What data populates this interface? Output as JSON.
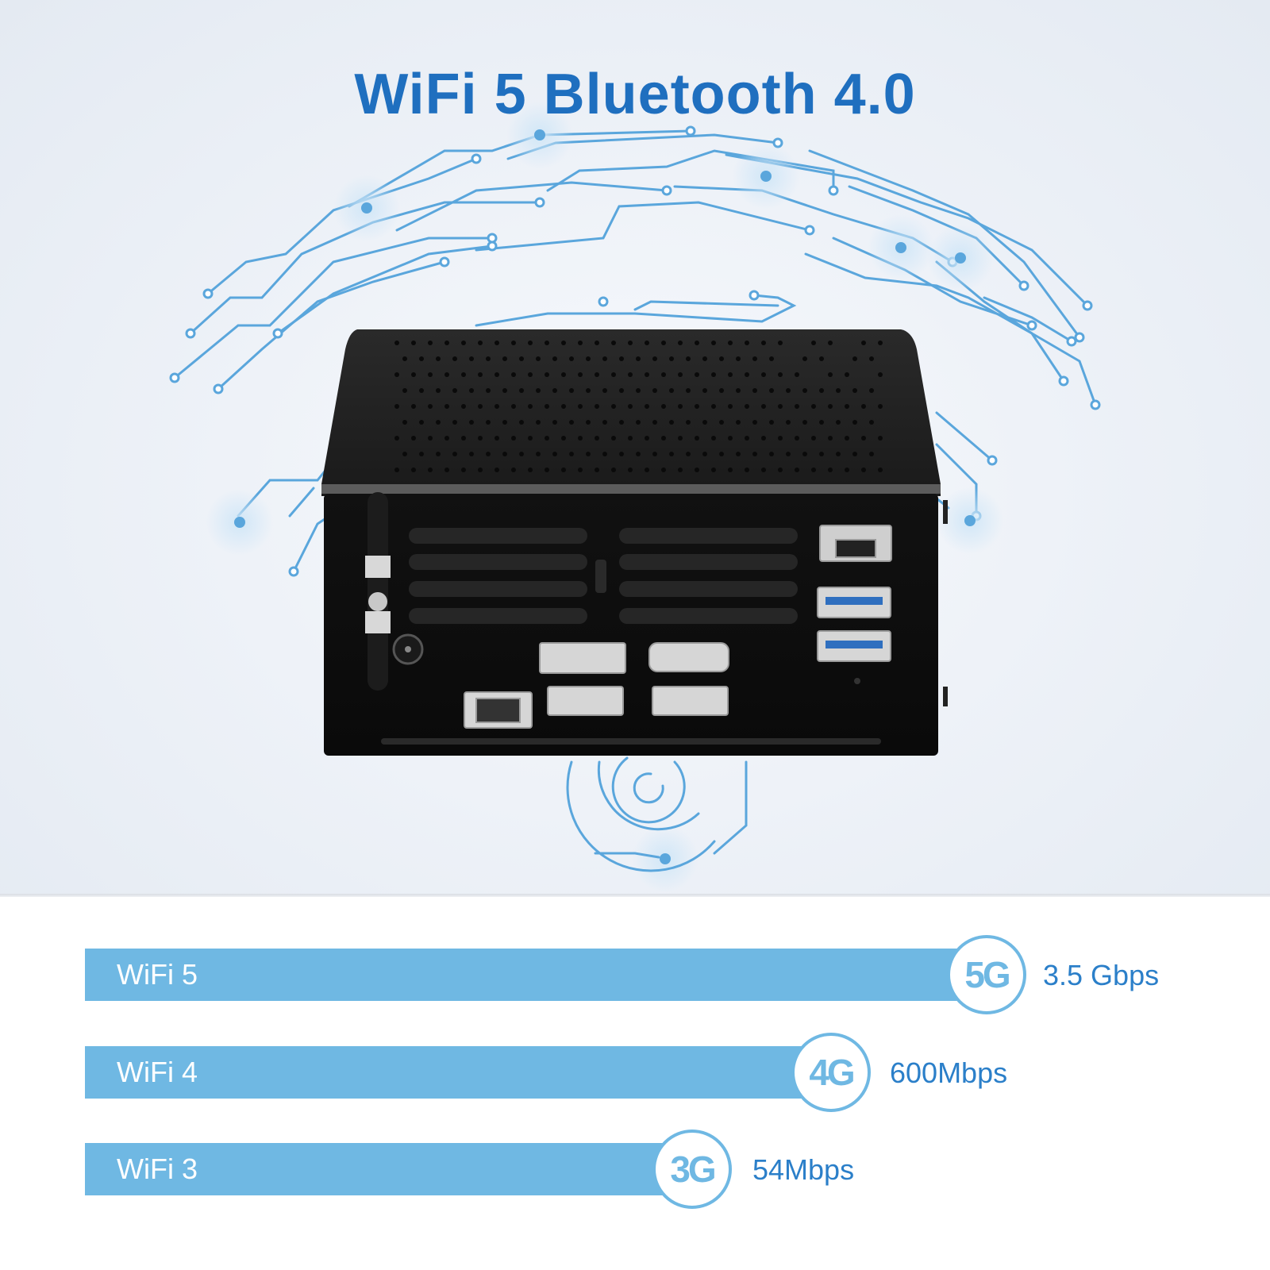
{
  "headline": "WiFi 5 Bluetooth 4.0",
  "comparison": [
    {
      "label": "WiFi 5",
      "badge": "5G",
      "speed": "3.5 Gbps"
    },
    {
      "label": "WiFi 4",
      "badge": "4G",
      "speed": "600Mbps"
    },
    {
      "label": "WiFi 3",
      "badge": "3G",
      "speed": "54Mbps"
    }
  ],
  "colors": {
    "headline": "#1f6fbf",
    "bar": "#6fb8e3",
    "speed_text": "#2b7fc9",
    "circuit": "#5aa6dc",
    "device": "#141414"
  },
  "product_image": "mini-pc-rear-ports-with-antennas"
}
